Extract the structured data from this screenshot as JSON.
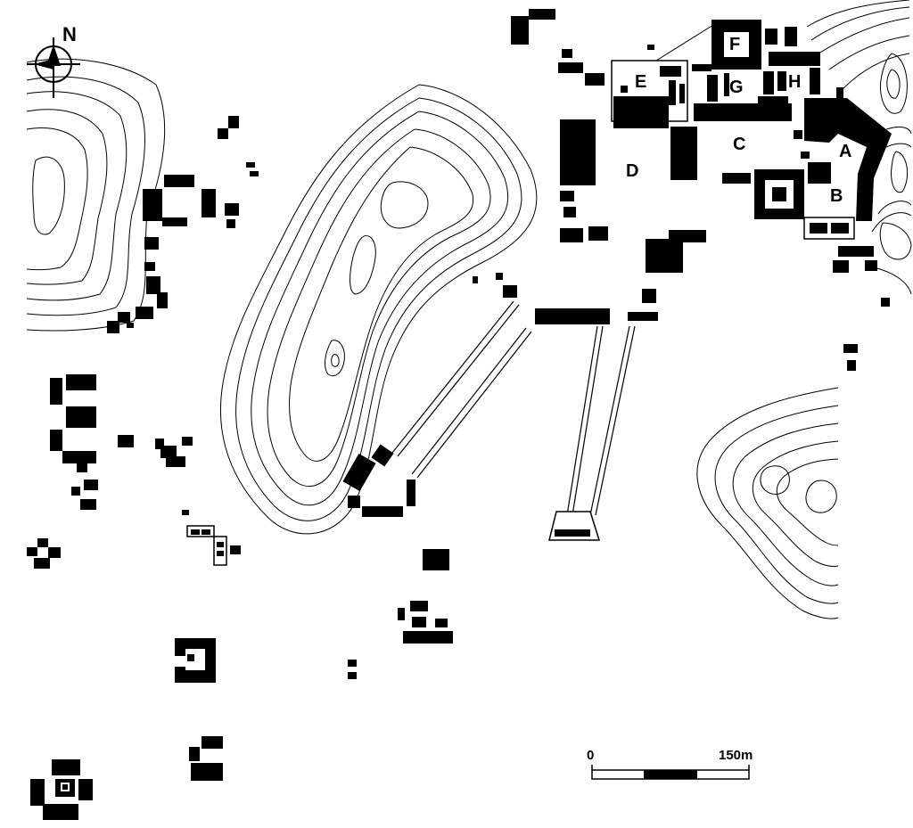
{
  "north": {
    "label": "N",
    "icon": "north-arrow-icon"
  },
  "labels": {
    "a": "A",
    "b": "B",
    "c": "C",
    "d": "D",
    "e": "E",
    "f": "F",
    "g": "G",
    "h": "H"
  },
  "scale": {
    "start": "0",
    "end": "150m"
  },
  "colors": {
    "ink": "#000000",
    "paper": "#ffffff"
  }
}
